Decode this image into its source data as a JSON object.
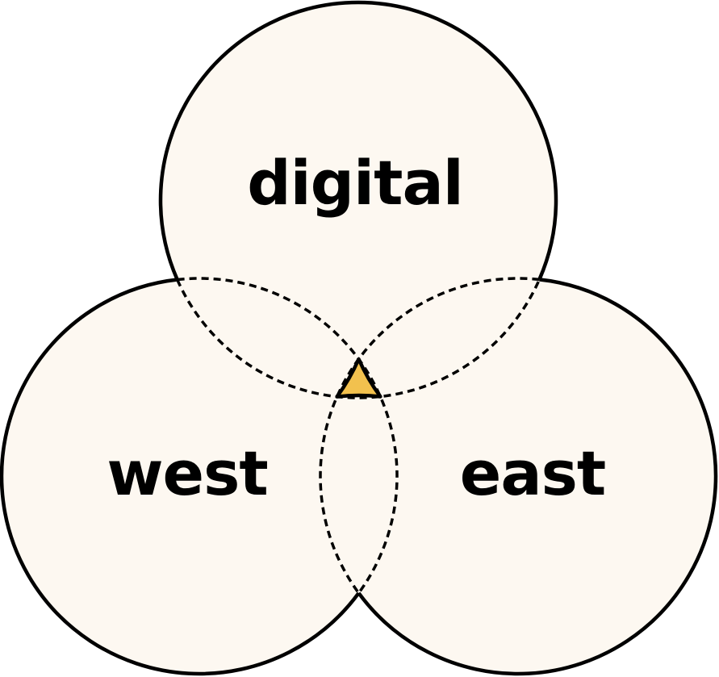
{
  "colors": {
    "set_fill": "#fdf8f1",
    "outline": "#000000",
    "center_highlight": "#f2c14e"
  },
  "sets": [
    {
      "id": "top",
      "label": "digital"
    },
    {
      "id": "left",
      "label": "west"
    },
    {
      "id": "right",
      "label": "east"
    }
  ],
  "highlighted_region": "digital ∩ west ∩ east"
}
